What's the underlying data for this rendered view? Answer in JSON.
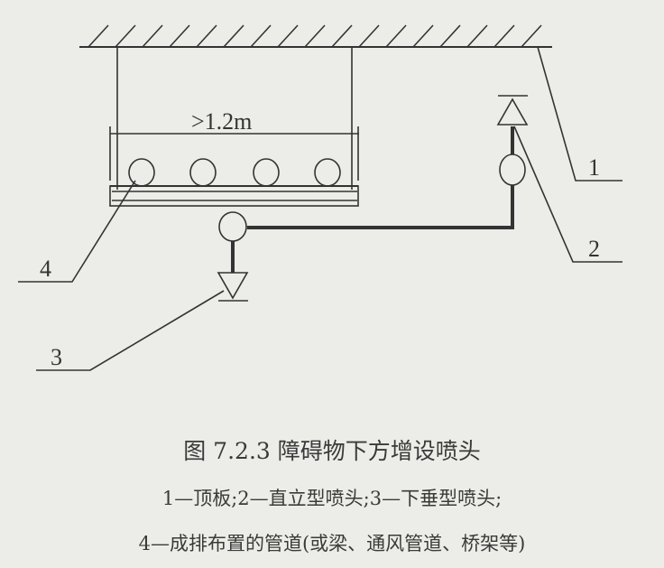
{
  "diagram": {
    "dimension_label": ">1.2m",
    "labels": [
      "1",
      "2",
      "3",
      "4"
    ]
  },
  "caption": {
    "title": "图 7.2.3   障碍物下方增设喷头",
    "legend_line1": "1—顶板;2—直立型喷头;3—下垂型喷头;",
    "legend_line2": "4—成排布置的管道(或梁、通风管道、桥架等)"
  }
}
